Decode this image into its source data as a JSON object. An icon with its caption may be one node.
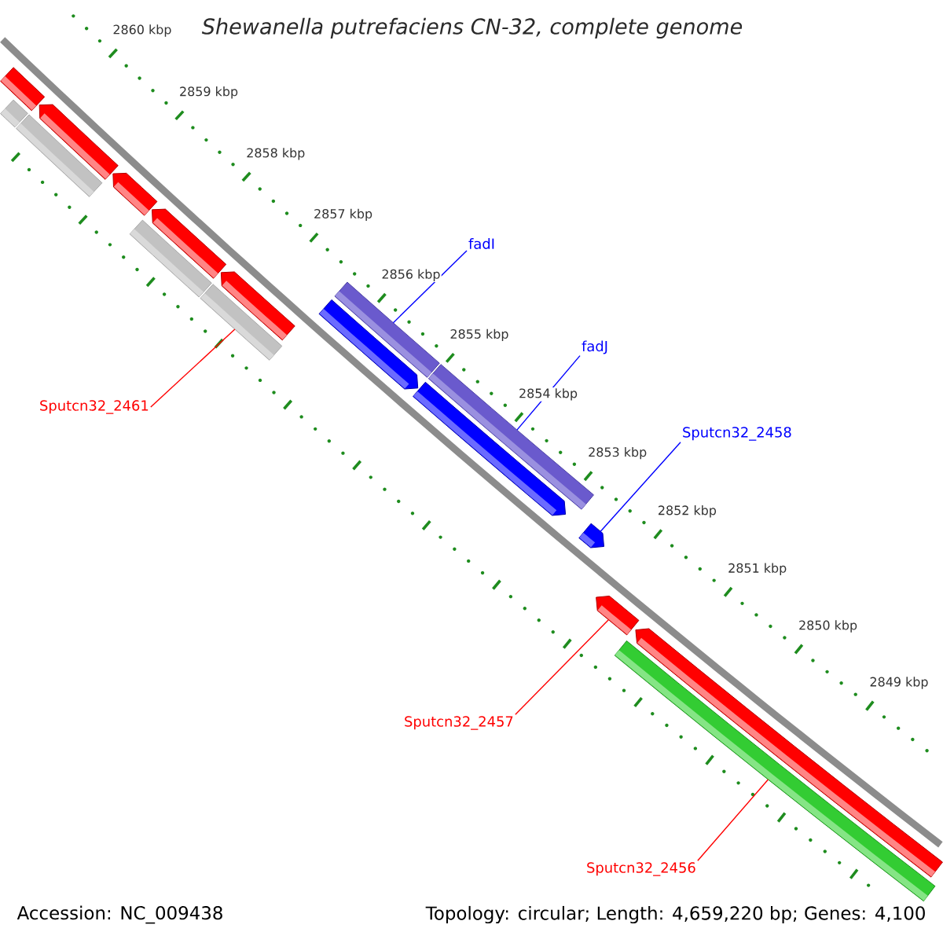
{
  "diagram": {
    "title": "Shewanella putrefaciens CN-32, complete genome",
    "nodes": [
      {
        "text": [
          "fadI"
        ]
      },
      {
        "text": [
          "fadJ"
        ]
      },
      {
        "text": [
          "Sputcn32_2461"
        ]
      },
      {
        "text": [
          "Sputcn32_2458"
        ]
      },
      {
        "text": [
          "Sputcn32_2457"
        ]
      },
      {
        "text": [
          "Sputcn32_2456"
        ]
      },
      {
        "text": [],
        "shape": "bar"
      },
      {
        "text": [],
        "shape": "bar"
      },
      {
        "text": [],
        "shape": "pentagon"
      },
      {
        "text": [],
        "shape": "bar"
      },
      {
        "text": [],
        "shape": "pentagon"
      },
      {
        "text": [],
        "shape": "pentagon"
      },
      {
        "text": [],
        "shape": "bar"
      },
      {
        "text": [],
        "shape": "pentagon"
      },
      {
        "text": [],
        "shape": "bar"
      },
      {
        "text": [],
        "shape": "bar"
      },
      {
        "text": [],
        "shape": "pentagon"
      },
      {
        "text": [],
        "shape": "bar"
      },
      {
        "text": [],
        "shape": "pentagon"
      },
      {
        "text": [],
        "shape": "pentagon"
      },
      {
        "text": [],
        "shape": "pentagon"
      },
      {
        "text": [],
        "shape": "pentagon"
      },
      {
        "text": [],
        "shape": "bar"
      }
    ],
    "edges": [
      {
        "from": 0,
        "to": 15,
        "arrow": "none",
        "color": "#0000ff"
      },
      {
        "from": 1,
        "to": 17,
        "arrow": "none",
        "color": "#0000ff"
      },
      {
        "from": 2,
        "to": 14,
        "arrow": "none",
        "color": "#ff0000"
      },
      {
        "from": 3,
        "to": 19,
        "arrow": "none",
        "color": "#0000ff"
      },
      {
        "from": 4,
        "to": 20,
        "arrow": "none",
        "color": "#ff0000"
      },
      {
        "from": 5,
        "to": 22,
        "arrow": "none",
        "color": "#ff0000"
      }
    ],
    "labels": [
      "2860 kbp",
      "2859 kbp",
      "2858 kbp",
      "2857 kbp",
      "2856 kbp",
      "2855 kbp",
      "2854 kbp",
      "2853 kbp",
      "2852 kbp",
      "2851 kbp",
      "2850 kbp",
      "2849 kbp",
      "Accession: NC_009438",
      "Topology: circular; Length: 4,659,220 bp; Genes: 4,100"
    ]
  }
}
